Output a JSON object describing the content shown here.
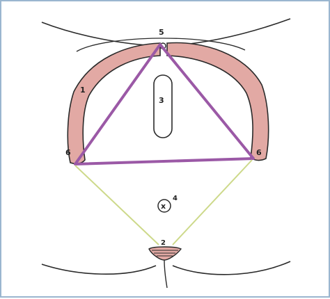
{
  "labels": {
    "ischial_arch": "1",
    "anus": "2",
    "urogenital_hiatus": "3",
    "perineal_center": "4",
    "pubic_symphysis": "5",
    "left_ischial_tuberosity": "6",
    "right_ischial_tuberosity": "6",
    "center_marker": "x"
  },
  "colors": {
    "frame_border": "#9ab6cf",
    "bone_fill": "#e2a9a4",
    "bone_outline": "#2a2a2a",
    "anterior_triangle": "#9b59a6",
    "posterior_triangle": "#cdd98a",
    "sketch_line": "#2a2a2a"
  }
}
